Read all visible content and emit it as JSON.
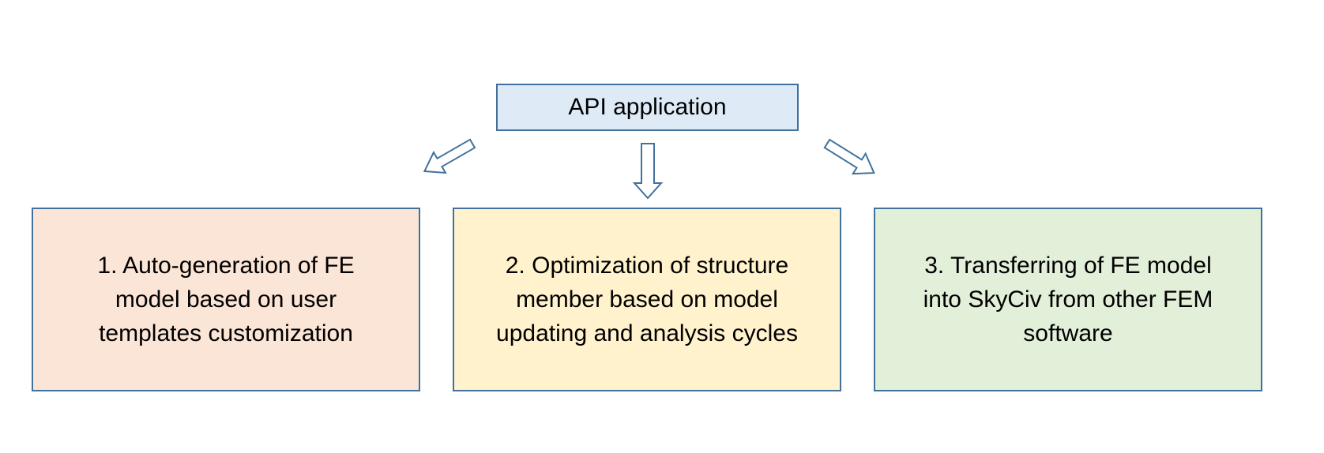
{
  "diagram": {
    "root": {
      "label": "API application"
    },
    "children": [
      {
        "label": "1. Auto-generation of FE model based on user templates customization",
        "fill": "#fbe5d6"
      },
      {
        "label": "2. Optimization of structure member based on model updating and analysis cycles",
        "fill": "#fff2cc"
      },
      {
        "label": "3. Transferring of FE model into SkyCiv from other FEM software",
        "fill": "#e2efd9"
      }
    ],
    "colors": {
      "outline": "#41719c",
      "root_fill": "#deebf7",
      "arrow_fill": "#ffffff"
    },
    "arrows": [
      {
        "from": "API application",
        "to": "1. Auto-generation of FE model based on user templates customization"
      },
      {
        "from": "API application",
        "to": "2. Optimization of structure member based on model updating and analysis cycles"
      },
      {
        "from": "API application",
        "to": "3. Transferring of FE model into SkyCiv from other FEM software"
      }
    ]
  }
}
